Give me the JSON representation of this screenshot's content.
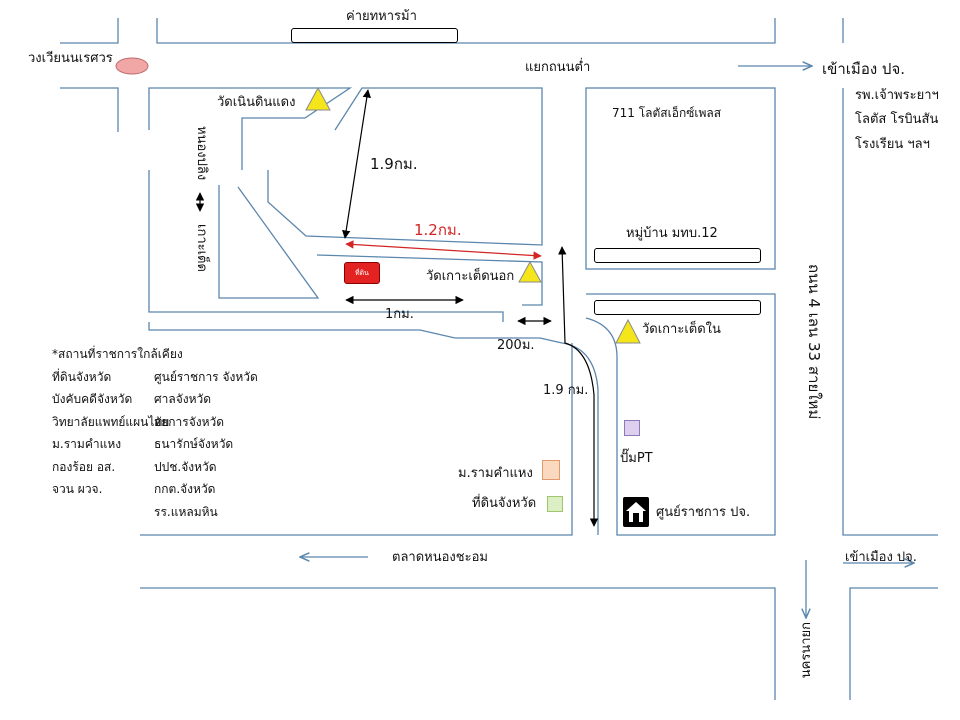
{
  "labels": {
    "cavalry_camp": "ค่ายทหารม้า",
    "naresuan_circle": "วงเวียนนเรศวร",
    "intersection_low": "แยกถนนต่ำ",
    "to_city_top": "เข้าเมือง ปจ.",
    "hospital": "รพ.เจ้าพระยาฯ",
    "lotus_robinson": "โลตัส โรบินสัน",
    "school": "โรงเรียน ฯลฯ",
    "wat_noen_din_daeng": "วัดเนินดินแดง",
    "nong_pling": "หนองปลิง",
    "ko_tet": "เกาะเต็ด",
    "seven_eleven": "711 โลตัสเอ็กซ์เพลส",
    "dist_19_vertical": "1.9กม.",
    "dist_12": "1.2กม.",
    "village": "หมู่บ้าน มทบ.12",
    "site": "ที่ดิน",
    "wat_ko_tet_nok": "วัดเกาะเต็ดนอก",
    "road_4": "ถนน 4 เลน 33 สายใหม่",
    "dist_1": "1กม.",
    "wat_ko_tet_nai": "วัดเกาะเต็ดใน",
    "dist_200": "200ม.",
    "dist_19_road": "1.9 กม.",
    "pump": "ปั๊มPT",
    "ramkhamhaeng": "ม.รามคำแหง",
    "provincial_land": "ที่ดินจังหวัด",
    "gov_center": "ศูนย์ราชการ ปจ.",
    "market": "ตลาดหนองชะอม",
    "to_city_bottom": "เข้าเมือง ปจ.",
    "nakhon_nayok": "นครนายก"
  },
  "legend": {
    "title": "*สถานที่ราชการใกล้เคียง",
    "rows": [
      {
        "left": "ที่ดินจังหวัด",
        "right": "ศูนย์ราชการ จังหวัด"
      },
      {
        "left": "บังคับคดีจังหวัด",
        "right": "ศาลจังหวัด"
      },
      {
        "left": "วิทยาลัยแพทย์แผนไทย",
        "right": "อัยการจังหวัด"
      },
      {
        "left": "ม.รามคำแหง",
        "right": "ธนารักษ์จังหวัด"
      },
      {
        "left": "กองร้อย อส.",
        "right": "ปปช.จังหวัด"
      },
      {
        "left": "จวน ผวจ.",
        "right": "กกต.จังหวัด"
      },
      {
        "left": "",
        "right": "รร.แหลมหิน"
      }
    ]
  },
  "colors": {
    "road": "#5b86ad",
    "arrow": "#5b86ad",
    "dimension": "#000000",
    "highlight_dimension": "#d42424",
    "triangle_fill": "#f5e61c",
    "triangle_stroke": "#8a8a8a",
    "circle_fill": "#f2a7a7",
    "circle_stroke": "#c06a6a",
    "site_fill": "#e32222",
    "ramkhamhaeng_fill": "#fbd9c0",
    "ramkhamhaeng_stroke": "#e39a6a",
    "provincial_land_fill": "#dcefc4",
    "provincial_land_stroke": "#9cc76b",
    "pump_fill": "#dcd0ee",
    "pump_stroke": "#8f7ab8"
  },
  "icons": {
    "temple": "triangle-marker",
    "roundabout": "ellipse-marker",
    "government": "house-icon"
  }
}
